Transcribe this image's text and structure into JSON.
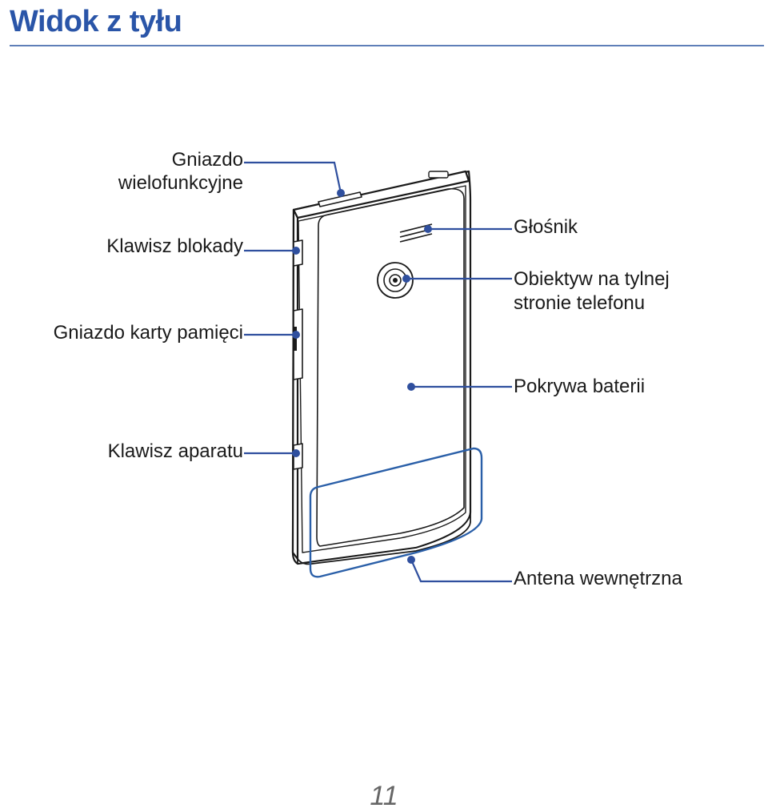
{
  "header": {
    "title": "Widok z tyłu"
  },
  "labels": {
    "multi_jack_line1": "Gniazdo",
    "multi_jack_line2": "wielofunkcyjne",
    "lock_key": "Klawisz blokady",
    "memory_card_slot": "Gniazdo karty pamięci",
    "camera_key": "Klawisz aparatu",
    "speaker": "Głośnik",
    "rear_camera_line1": "Obiektyw na tylnej",
    "rear_camera_line2": "stronie telefonu",
    "battery_cover": "Pokrywa baterii",
    "internal_antenna": "Antena wewnętrzna"
  },
  "footer": {
    "page_number": "11"
  },
  "colors": {
    "title": "#2a55a8",
    "callout": "#2f4f9e",
    "antenna_outline": "#2a5fa8",
    "phone_outline": "#1a1a1a"
  }
}
